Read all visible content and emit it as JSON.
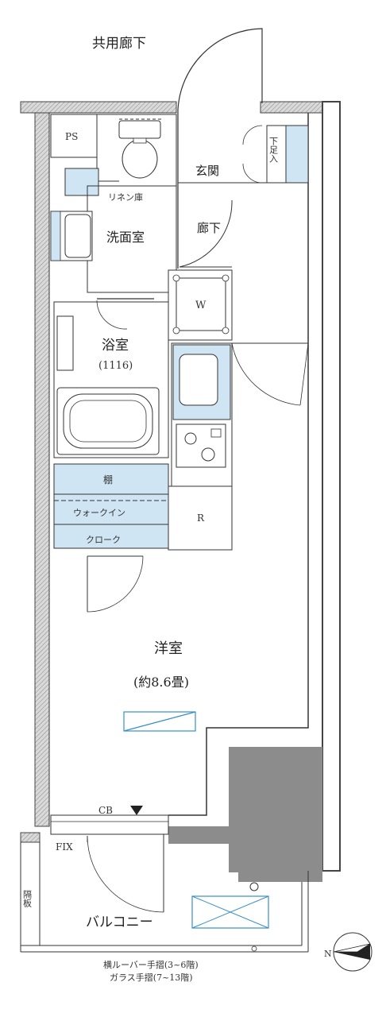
{
  "labels": {
    "corridor_shared": "共用廊下",
    "ps": "PS",
    "entrance": "玄関",
    "shoe_box": "下足入",
    "linen": "リネン庫",
    "washroom": "洗面室",
    "hallway": "廊下",
    "washer": "W",
    "bathroom": "浴室",
    "bath_size": "(1116)",
    "shelf": "棚",
    "walkin_1": "ウォークイン",
    "walkin_2": "クローク",
    "fridge": "R",
    "western_room": "洋室",
    "room_size": "(約8.6畳)",
    "cb": "CB",
    "fix": "FIX",
    "partition": "隔板",
    "balcony": "バルコニー",
    "railing_note_1": "横ルーバー手摺(3~6階)",
    "railing_note_2": "ガラス手摺(7~13階)",
    "north": "N"
  },
  "colors": {
    "wall": "#8c8c8c",
    "wall_dark": "#7a7a7a",
    "fixture_blue": "#cfe5f3",
    "line": "#333333",
    "background": "#ffffff"
  }
}
